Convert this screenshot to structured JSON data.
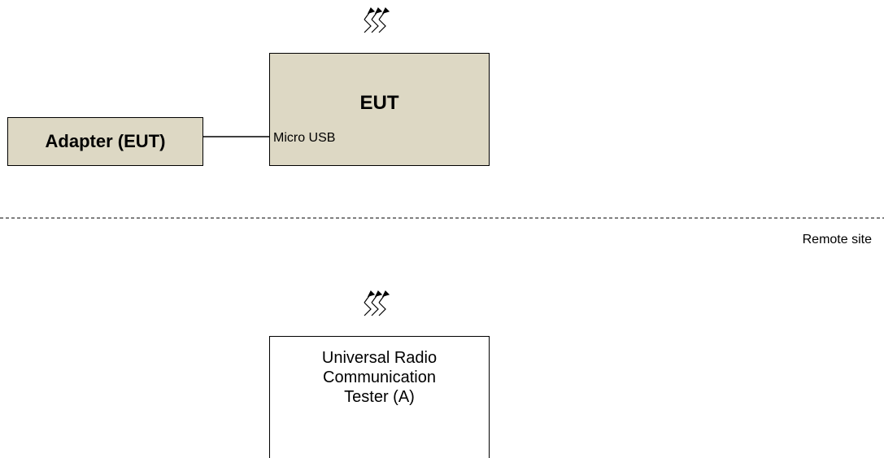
{
  "diagram": {
    "adapter": {
      "label": "Adapter (EUT)"
    },
    "eut": {
      "label": "EUT",
      "port_label": "Micro USB"
    },
    "boundary": {
      "label": "Remote site"
    },
    "tester": {
      "label": "Universal Radio\nCommunication\nTester (A)"
    },
    "colors": {
      "equipment_fill": "#ddd8c4",
      "tester_fill": "#ffffff",
      "line": "#000000"
    },
    "icons": {
      "eut_antenna": "wireless-signal-icon",
      "tester_antenna": "wireless-signal-icon"
    }
  }
}
